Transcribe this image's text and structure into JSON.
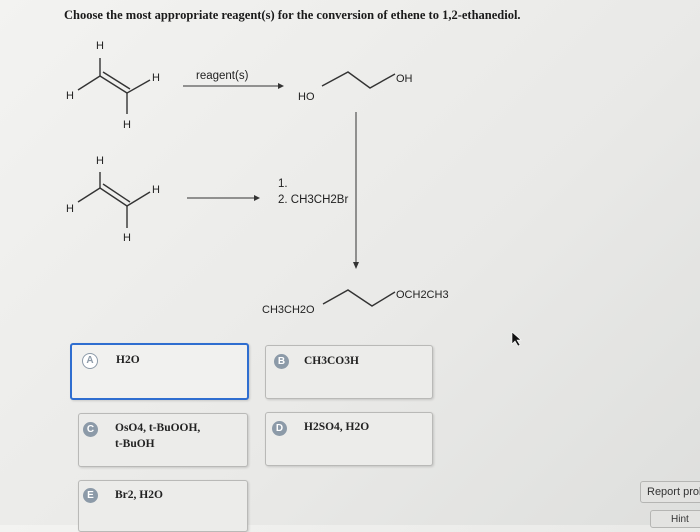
{
  "question": "Choose the most appropriate reagent(s) for the conversion of ethene to 1,2-ethanediol.",
  "scheme": {
    "atom_h": "H",
    "reagent_label": "reagent(s)",
    "diol_ho": "HO",
    "diol_oh": "OH",
    "step1": "1.",
    "step2": "2. CH3CH2Br",
    "ether_left": "CH3CH2O",
    "ether_right": "OCH2CH3"
  },
  "options": [
    {
      "letter": "A",
      "text": "H2O",
      "selected": true
    },
    {
      "letter": "B",
      "text": "CH3CO3H",
      "selected": false
    },
    {
      "letter": "C",
      "text_line1": "OsO4, t-BuOOH,",
      "text_line2": "t-BuOH",
      "selected": false
    },
    {
      "letter": "D",
      "text": "H2SO4, H2O",
      "selected": false
    },
    {
      "letter": "E",
      "text": "Br2, H2O",
      "selected": false
    }
  ],
  "buttons": {
    "report": "Report problem",
    "hint": "Hint"
  },
  "colors": {
    "selected_border": "#2f6ed0",
    "badge": "#8c9aa8"
  }
}
